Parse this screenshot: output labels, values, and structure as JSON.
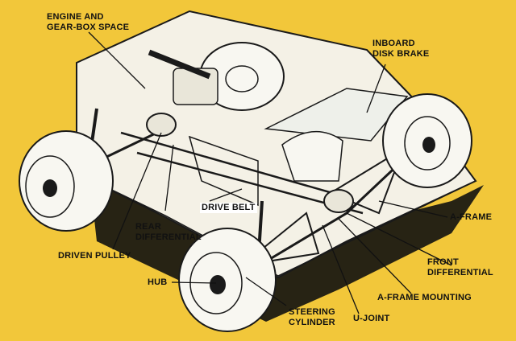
{
  "labels": {
    "engine_gearbox": [
      "ENGINE AND",
      "GEAR-BOX SPACE"
    ],
    "inboard_disk_brake": [
      "INBOARD",
      "DISK BRAKE"
    ],
    "drive_belt": "DRIVE BELT",
    "rear_differential": [
      "REAR",
      "DIFFERENTIAL"
    ],
    "driven_pulley": "DRIVEN PULLEY",
    "a_frame": "A-FRAME",
    "front_differential": [
      "FRONT",
      "DIFFERENTIAL"
    ],
    "a_frame_mounting": "A-FRAME MOUNTING",
    "hub": "HUB",
    "steering_cylinder": [
      "STEERING",
      "CYLINDER"
    ],
    "u_joint": "U-JOINT"
  },
  "colors": {
    "background": "#f2c73a",
    "body_fill": "#f4f1e6",
    "line": "#1a1a1a",
    "shadow": "#111111"
  }
}
